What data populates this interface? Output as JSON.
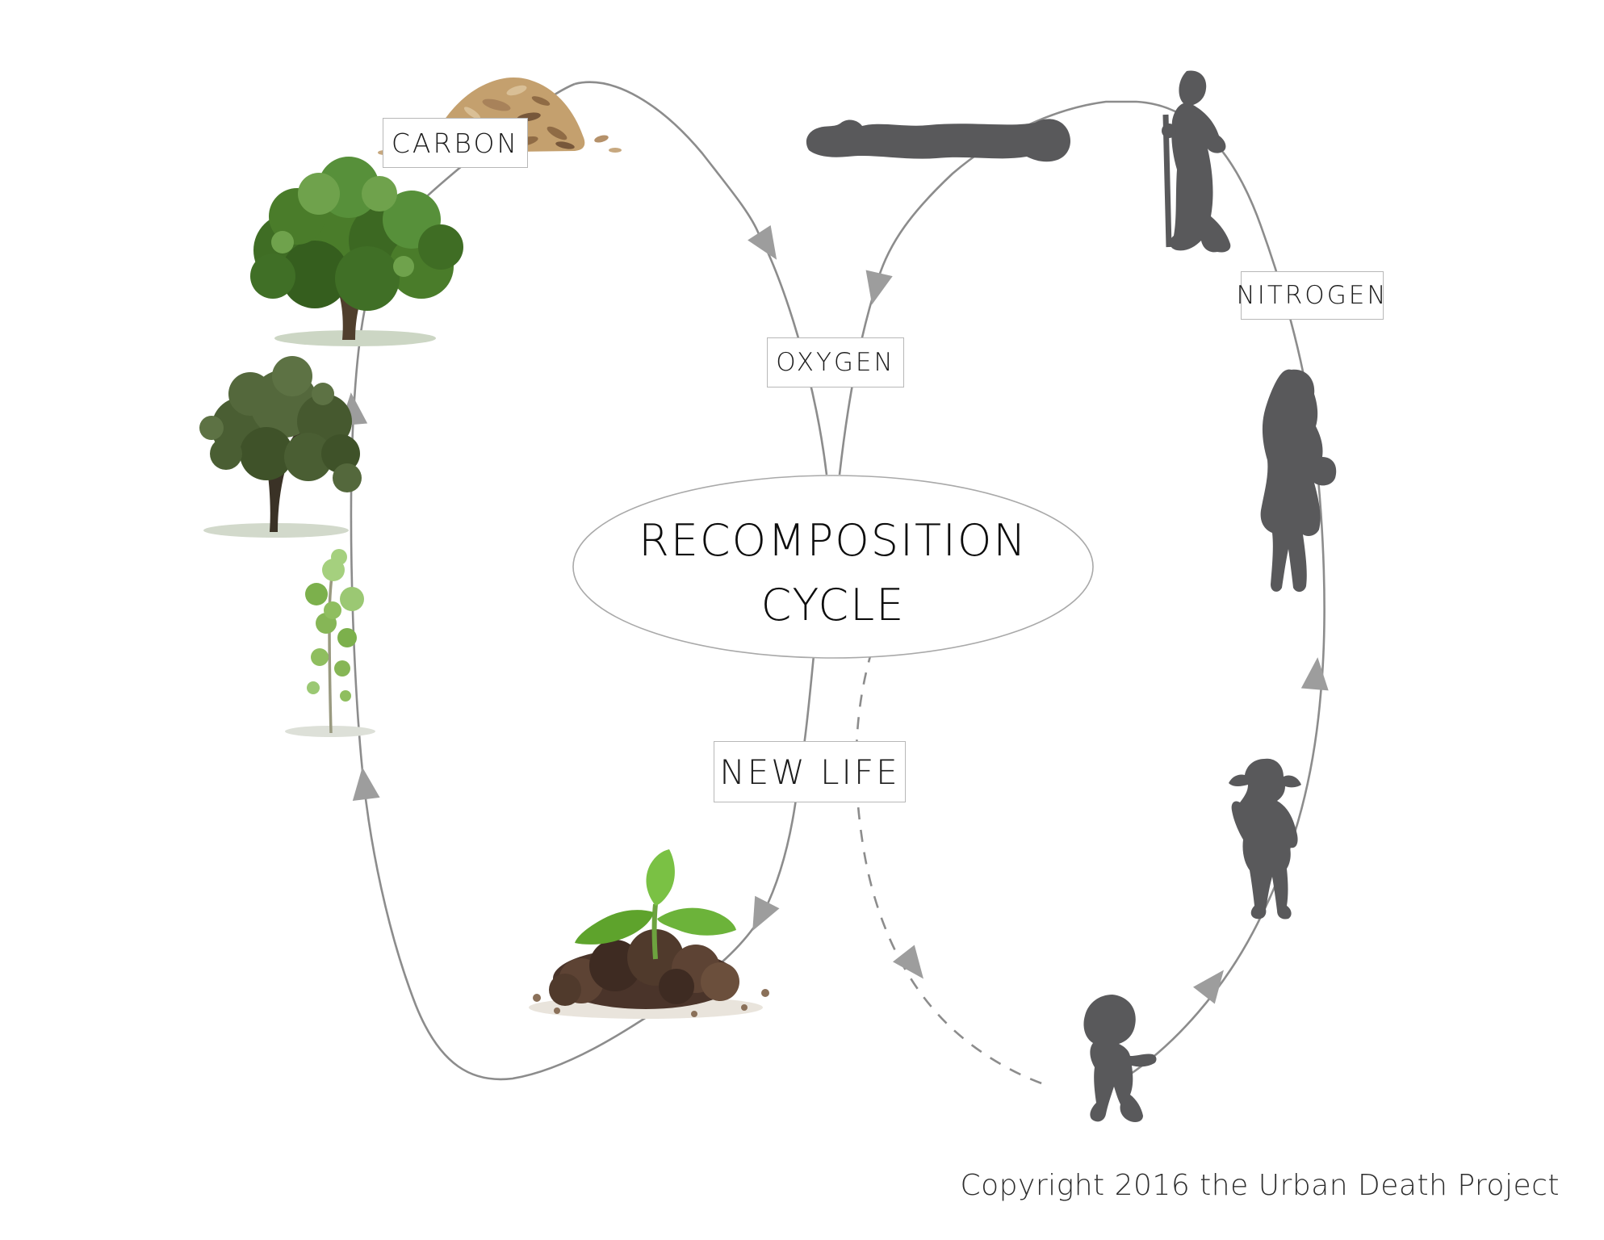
{
  "title": {
    "line1": "RECOMPOSITION",
    "line2": "CYCLE"
  },
  "labels": {
    "carbon": "CARBON",
    "oxygen": "OXYGEN",
    "nitrogen": "NITROGEN",
    "new_life": "NEW LIFE"
  },
  "footer": {
    "copyright": "Copyright 2016 the Urban Death Project"
  },
  "colors": {
    "curve": "#8c8c8c",
    "arrowhead": "#9d9d9d",
    "silhouette": "#59595b",
    "label_border": "#b8b8b8",
    "label_text": "#1c1c1c",
    "title_text": "#0d0d0d",
    "background": "#ffffff"
  },
  "illustrations": {
    "left_loop": [
      "wood-chips",
      "mature-tree",
      "young-tree",
      "sapling",
      "seedling-sprout"
    ],
    "right_loop": [
      "deceased-body",
      "elderly-person-with-cane",
      "adult-woman",
      "young-girl",
      "toddler"
    ]
  }
}
